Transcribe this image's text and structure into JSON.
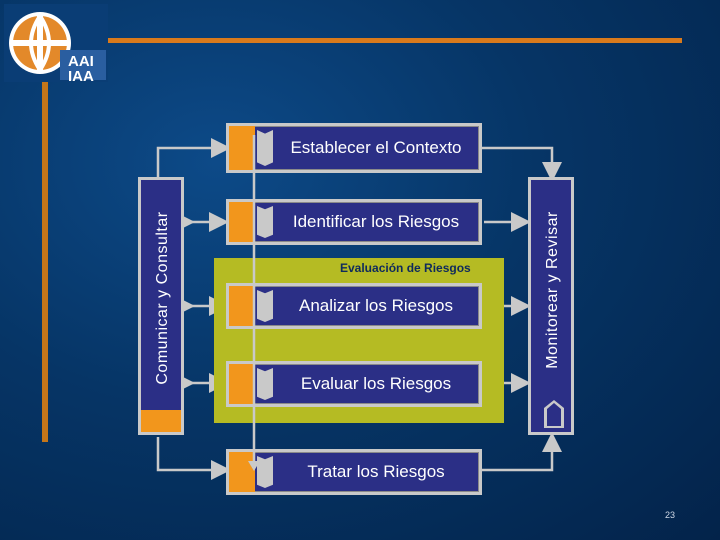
{
  "logo": {
    "text_line1": "AAI",
    "text_line2": "IAA"
  },
  "steps": [
    {
      "label": "Establecer el Contexto"
    },
    {
      "label": "Identificar los Riesgos"
    },
    {
      "label": "Analizar los Riesgos"
    },
    {
      "label": "Evaluar los Riesgos"
    },
    {
      "label": "Tratar los Riesgos"
    }
  ],
  "side_left": {
    "label": "Comunicar y Consultar"
  },
  "side_right": {
    "label": "Monitorear y Revisar"
  },
  "group": {
    "label": "Evaluación de Riesgos"
  },
  "page_number": "23",
  "colors": {
    "accent": "#d97a1c",
    "box": "#2b2f86",
    "group": "#b5bb23",
    "orange": "#f2961c"
  }
}
